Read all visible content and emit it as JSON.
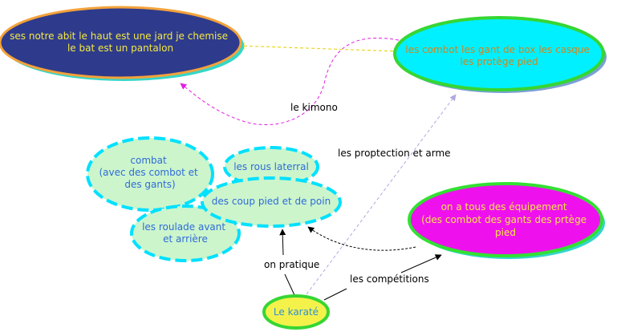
{
  "nodes": {
    "habit": {
      "lines": [
        "ses notre abit le haut est une jard je chemise",
        "le bat est un pantalon"
      ],
      "fill": "#2e3b8c",
      "stroke": "#f4a23a",
      "shadow": "#34d6c9",
      "text_color": "#f4e842"
    },
    "equip": {
      "lines": [
        "les combot les gant de box les casque",
        "les protège pied"
      ],
      "fill": "#00f0ff",
      "stroke": "#36d633",
      "shadow": "#7da0d6",
      "text_color": "#d4841a"
    },
    "combat": {
      "lines": [
        "combat",
        "(avec des combot et",
        "des gants)"
      ],
      "fill": "#ccf5cc",
      "stroke": "#00e0ff",
      "text_color": "#2f6bd8"
    },
    "rous": {
      "lines": [
        "les rous laterral"
      ],
      "fill": "#ccf5cc",
      "stroke": "#00e0ff",
      "text_color": "#2f6bd8"
    },
    "coup": {
      "lines": [
        "des coup pied et de poin"
      ],
      "fill": "#ccf5cc",
      "stroke": "#00e0ff",
      "text_color": "#2f6bd8"
    },
    "roulade": {
      "lines": [
        "les roulade avant",
        "et arrière"
      ],
      "fill": "#ccf5cc",
      "stroke": "#00e0ff",
      "text_color": "#2f6bd8"
    },
    "compet": {
      "lines": [
        "on a tous des équipement",
        "(des combot des gants des prtège",
        "pied"
      ],
      "fill": "#ee11ee",
      "stroke": "#33e033",
      "shadow": "#34d6c9",
      "text_color": "#f4e842"
    },
    "karate": {
      "lines": [
        "Le karaté"
      ],
      "fill": "#f4f24a",
      "stroke": "#36d633",
      "text_color": "#2f8fd8"
    }
  },
  "links": {
    "kimono": "le kimono",
    "protection": "les proptection et arme",
    "pratique": "on pratique",
    "competitions": "les compétitions"
  },
  "colors": {
    "kimono_link": "#e020e0",
    "habit_link": "#e8d820",
    "protection_link": "#b0a8e0",
    "arrow": "#000000"
  }
}
